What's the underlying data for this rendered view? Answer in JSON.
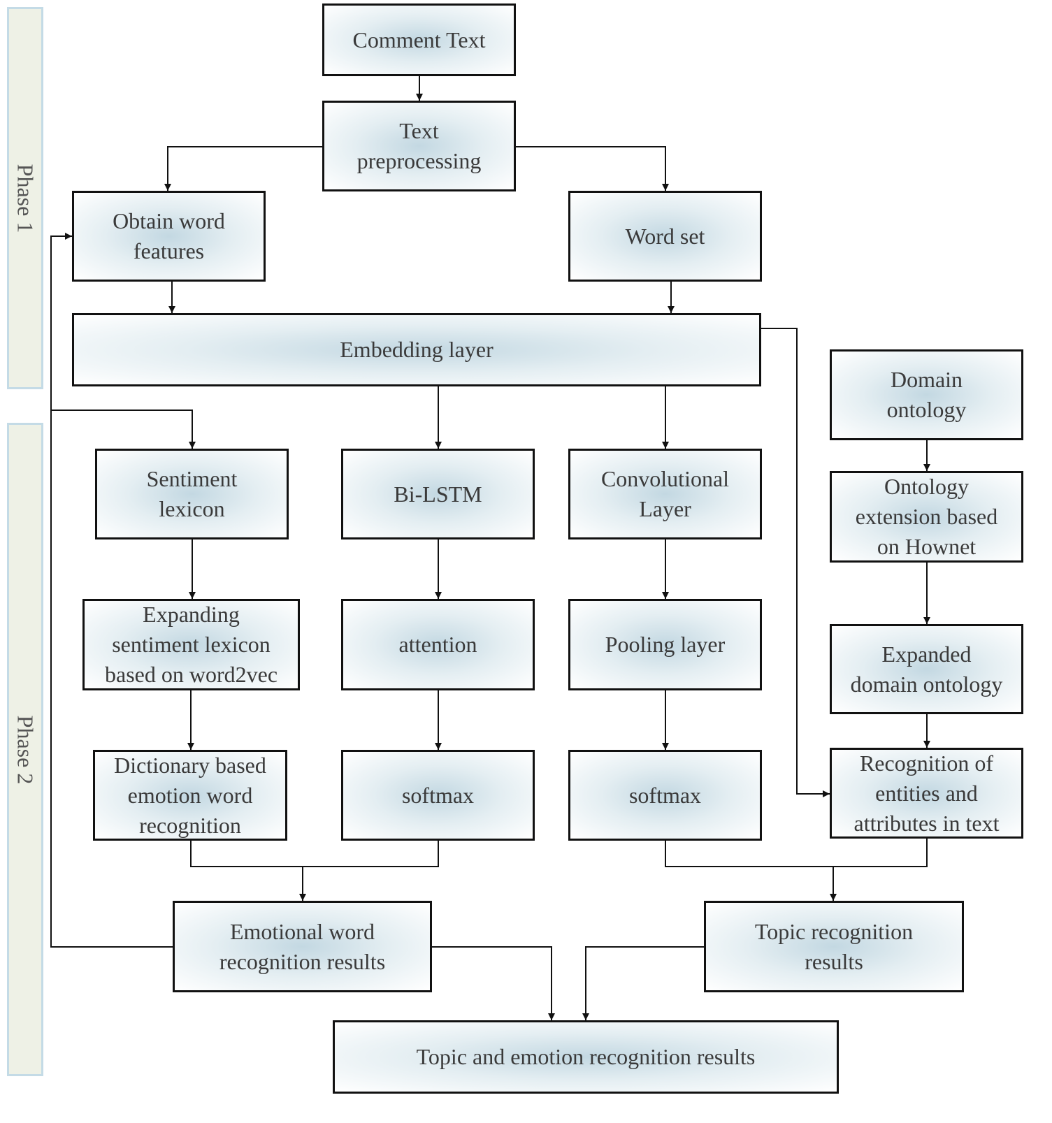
{
  "phases": {
    "phase1": "Phase 1",
    "phase2": "Phase 2"
  },
  "nodes": {
    "comment_text": "Comment Text",
    "text_preprocessing": "Text\npreprocessing",
    "obtain_word_features": "Obtain word\nfeatures",
    "word_set": "Word set",
    "embedding_layer": "Embedding layer",
    "domain_ontology": "Domain\nontology",
    "sentiment_lexicon": "Sentiment\nlexicon",
    "bi_lstm": "Bi-LSTM",
    "convolutional_layer": "Convolutional\nLayer",
    "ontology_extension": "Ontology\nextension based\non Hownet",
    "expanding_lexicon": "Expanding\nsentiment lexicon\nbased on word2vec",
    "attention": "attention",
    "pooling_layer": "Pooling layer",
    "expanded_domain_ontology": "Expanded\ndomain ontology",
    "dictionary_recognition": "Dictionary based\nemotion word\nrecognition",
    "softmax_left": "softmax",
    "softmax_right": "softmax",
    "entity_recognition": "Recognition of\nentities and\nattributes in text",
    "emotional_results": "Emotional word\nrecognition results",
    "topic_results": "Topic recognition\nresults",
    "final_results": "Topic and emotion recognition results"
  }
}
